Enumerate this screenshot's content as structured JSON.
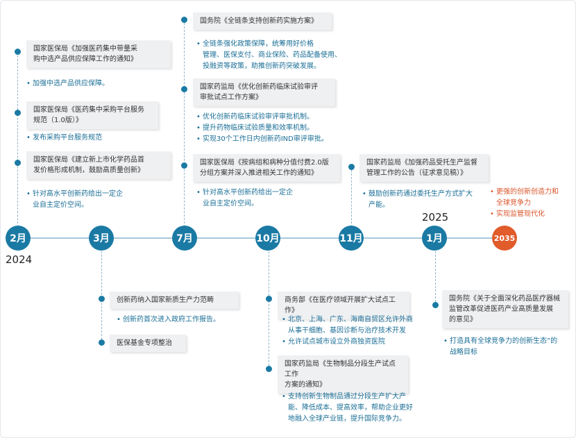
{
  "years": {
    "y2024": "2024",
    "y2025": "2025"
  },
  "nodes": {
    "feb": "2月",
    "mar": "3月",
    "jul": "7月",
    "oct": "10月",
    "nov": "11月",
    "jan": "1月",
    "y2035": "2035"
  },
  "feb": {
    "e1": {
      "lines": [
        "国家医保局《加强医药集中带量采",
        "购中选产品供应保障工作的通知》"
      ],
      "bullets": [
        [
          "加强中选产品供应保障。"
        ]
      ]
    },
    "e2": {
      "lines": [
        "国家医保局《医药集中采购平台服务",
        "规范（1.0版）》"
      ],
      "bullets": [
        [
          "发布采购平台服务规范"
        ]
      ]
    },
    "e3": {
      "lines": [
        "国家医保局《建立新上市化学药品首",
        "发价格形成机制，鼓励高质量创新》"
      ],
      "bullets": [
        [
          "针对高水平创新药给出一定企",
          "业自主定价空间。"
        ]
      ]
    }
  },
  "mar": {
    "e1": {
      "lines": [
        "创新药纳入国家新质生产力范畴"
      ],
      "bullets": [
        [
          "创新药首次进入政府工作报告。"
        ]
      ]
    },
    "e2": {
      "lines": [
        "医保基金专项整治"
      ]
    }
  },
  "jul": {
    "e1": {
      "lines": [
        "国务院《全链条支持创新药实施方案》"
      ],
      "bullets": [
        [
          "全链条强化政策保障，统筹用好价格",
          "管理、医保支付、商业保险、药品配备使用、",
          "投融资等政策，助推创新药突破发展。"
        ]
      ]
    },
    "e2": {
      "lines": [
        "国家药监局《优化创新药临床试验审评",
        "审批试点工作方案》"
      ],
      "bullets": [
        [
          "优化创新药临床试验审评审批机制。"
        ],
        [
          "提升药物临床试验质量和效率机制。"
        ],
        [
          "实现30个工作日内创新药IND审评审批。"
        ]
      ]
    },
    "e3": {
      "lines": [
        "国家医保局《按病组和病种分值付费2.0版",
        "分组方案并深入推进相关工作的通知》"
      ],
      "bullets": [
        [
          "针对高水平创新药给出一定企",
          "业自主定价空间。"
        ]
      ]
    }
  },
  "oct": {
    "e1": {
      "lines": [
        "商务部《在医疗领域开展扩大试点工作》"
      ],
      "bullets": [
        [
          "北京、上海、广东、海南自贸区允许外商",
          "从事干细胞、基因诊断与治疗技术开发"
        ],
        [
          "允许试点城市设立外商独资医院"
        ]
      ]
    },
    "e2": {
      "lines": [
        "国家药监局《生物制品分段生产试点工作",
        "方案的通知》"
      ],
      "bullets": [
        [
          "支持创新生物制品通过分段生产扩大产",
          "能、降低成本、提高效率，帮助企业更好",
          "地融入全球产业链，提升国际竞争力。"
        ]
      ]
    }
  },
  "nov": {
    "e1": {
      "lines": [
        "国家药监局《加强药品受托生产监督",
        "管理工作的公告（征求意见稿）》"
      ],
      "bullets": [
        [
          "鼓励创新药通过委托生产方式扩大",
          "产能。"
        ]
      ]
    }
  },
  "jan": {
    "e1": {
      "lines": [
        "国务院《关于全面深化药品医疗器械",
        "监管改革促进医药产业高质量发展",
        "的意见》"
      ],
      "bullets": [
        [
          "打造具有全球竞争力的创新生态”的",
          "战略目标"
        ]
      ]
    }
  },
  "y2035": {
    "bullets": [
      [
        "更强的创新创造力和",
        "全球竞争力"
      ],
      [
        "实现监管现代化"
      ]
    ]
  },
  "colors": {
    "primary": "#1a7aa4",
    "accent": "#e15b2b",
    "box": "#eef0f2",
    "axis": "#a6c8db"
  },
  "icons": {
    "bullet": "•"
  }
}
